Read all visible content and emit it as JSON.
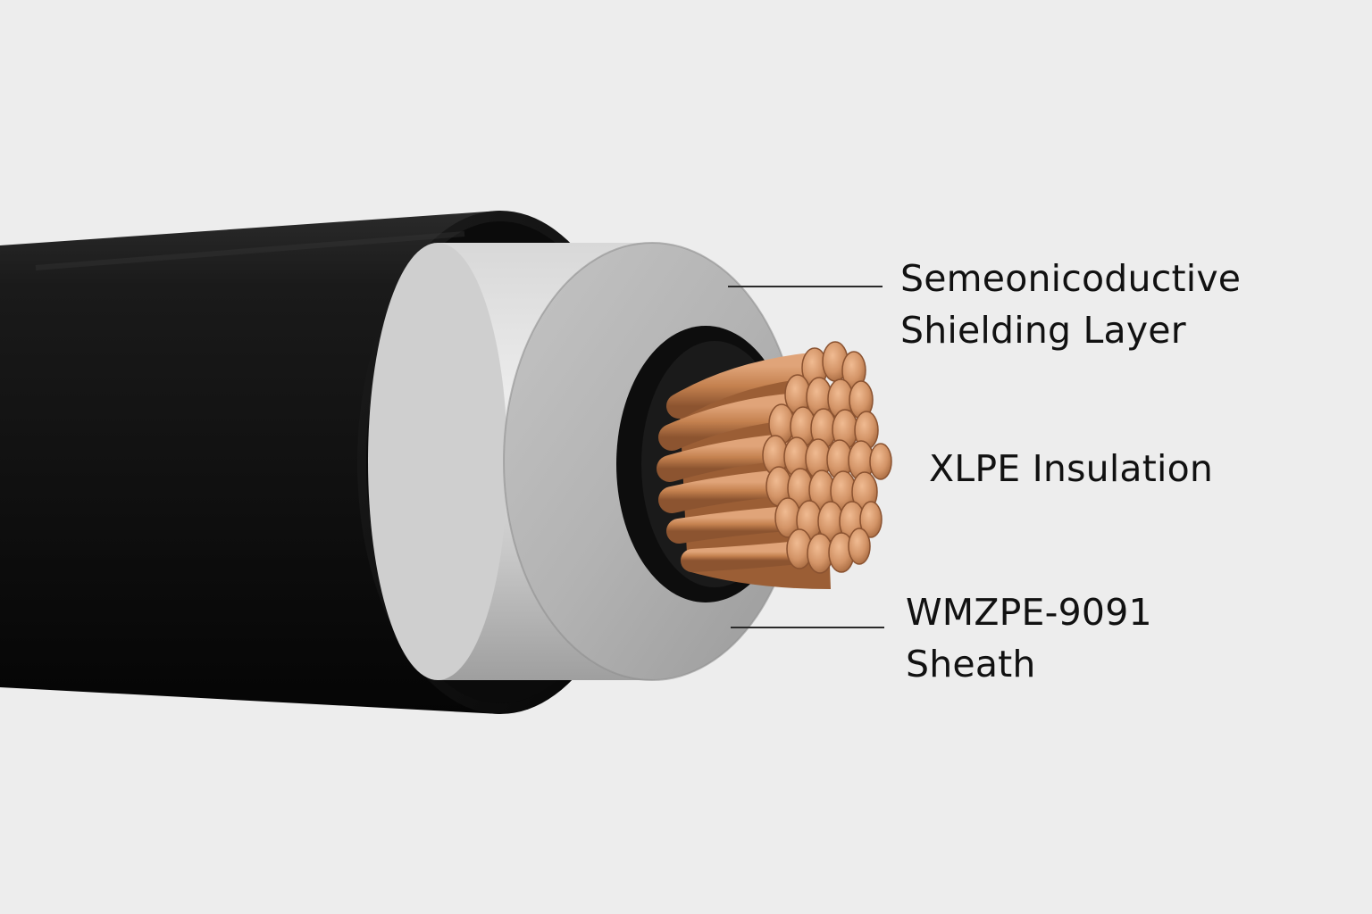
{
  "callouts": {
    "shielding": {
      "line1": "Semeonicoductive",
      "line2": "Shielding Layer"
    },
    "insulation": {
      "line1": "XLPE Insulation"
    },
    "sheath": {
      "line1": "WMZPE-9091",
      "line2": "Sheath"
    }
  },
  "colors": {
    "background": "#ededed",
    "outer_sheath": "#111111",
    "insulation_layer": "#c8c8c8",
    "inner_semiconductive": "#0d0d0d",
    "copper": "#c98a5c",
    "callout_text": "#111111",
    "leader_line": "#2a2a2a"
  }
}
